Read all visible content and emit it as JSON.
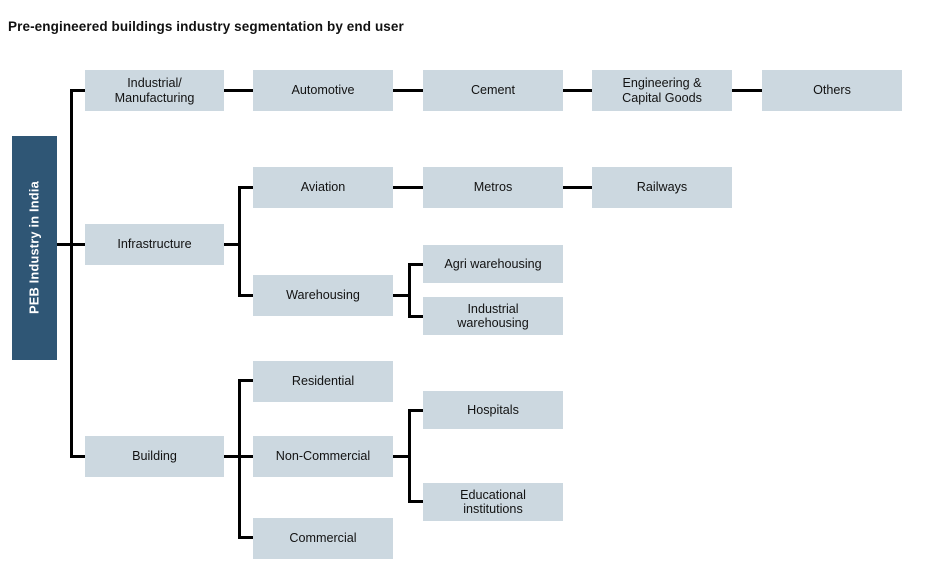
{
  "title": "Pre-engineered buildings industry segmentation by end user",
  "palette": {
    "node_fill": "#ccd8e0",
    "root_fill": "#2f5675",
    "root_text": "#ffffff",
    "node_text": "#121212",
    "connector": "#000000",
    "background": "#ffffff"
  },
  "chart_data": {
    "type": "diagram",
    "diagram_type": "horizontal-tree",
    "title": "Pre-engineered buildings industry segmentation by end user",
    "root": "PEB Industry in India",
    "nodes": [
      {
        "id": "root",
        "label": "PEB Industry in India",
        "level": 0
      },
      {
        "id": "industrial",
        "label": "Industrial/\nManufacturing",
        "level": 1,
        "parent": "root"
      },
      {
        "id": "infrastructure",
        "label": "Infrastructure",
        "level": 1,
        "parent": "root"
      },
      {
        "id": "building",
        "label": "Building",
        "level": 1,
        "parent": "root"
      },
      {
        "id": "automotive",
        "label": "Automotive",
        "level": 2,
        "parent": "industrial"
      },
      {
        "id": "cement",
        "label": "Cement",
        "level": 2,
        "parent": "industrial"
      },
      {
        "id": "engineering",
        "label": "Engineering &\nCapital Goods",
        "level": 2,
        "parent": "industrial"
      },
      {
        "id": "others",
        "label": "Others",
        "level": 2,
        "parent": "industrial"
      },
      {
        "id": "aviation",
        "label": "Aviation",
        "level": 2,
        "parent": "infrastructure"
      },
      {
        "id": "warehousing",
        "label": "Warehousing",
        "level": 2,
        "parent": "infrastructure"
      },
      {
        "id": "metros",
        "label": "Metros",
        "level": 3,
        "parent": "aviation"
      },
      {
        "id": "railways",
        "label": "Railways",
        "level": 3,
        "parent": "metros"
      },
      {
        "id": "agri-warehousing",
        "label": "Agri warehousing",
        "level": 3,
        "parent": "warehousing"
      },
      {
        "id": "industrial-warehousing",
        "label": "Industrial\nwarehousing",
        "level": 3,
        "parent": "warehousing"
      },
      {
        "id": "residential",
        "label": "Residential",
        "level": 2,
        "parent": "building"
      },
      {
        "id": "non-commercial",
        "label": "Non-Commercial",
        "level": 2,
        "parent": "building"
      },
      {
        "id": "commercial",
        "label": "Commercial",
        "level": 2,
        "parent": "building"
      },
      {
        "id": "hospitals",
        "label": "Hospitals",
        "level": 3,
        "parent": "non-commercial"
      },
      {
        "id": "educational",
        "label": "Educational\ninstitutions",
        "level": 3,
        "parent": "non-commercial"
      }
    ]
  },
  "nodes": {
    "root": "PEB Industry in India",
    "industrial_line1": "Industrial/",
    "industrial_line2": "Manufacturing",
    "automotive": "Automotive",
    "cement": "Cement",
    "engineering_line1": "Engineering &",
    "engineering_line2": "Capital Goods",
    "others": "Others",
    "infrastructure": "Infrastructure",
    "aviation": "Aviation",
    "metros": "Metros",
    "railways": "Railways",
    "warehousing": "Warehousing",
    "agri_warehousing": "Agri warehousing",
    "industrial_warehousing_line1": "Industrial",
    "industrial_warehousing_line2": "warehousing",
    "building": "Building",
    "residential": "Residential",
    "non_commercial": "Non-Commercial",
    "commercial": "Commercial",
    "hospitals": "Hospitals",
    "educational_line1": "Educational",
    "educational_line2": "institutions"
  }
}
